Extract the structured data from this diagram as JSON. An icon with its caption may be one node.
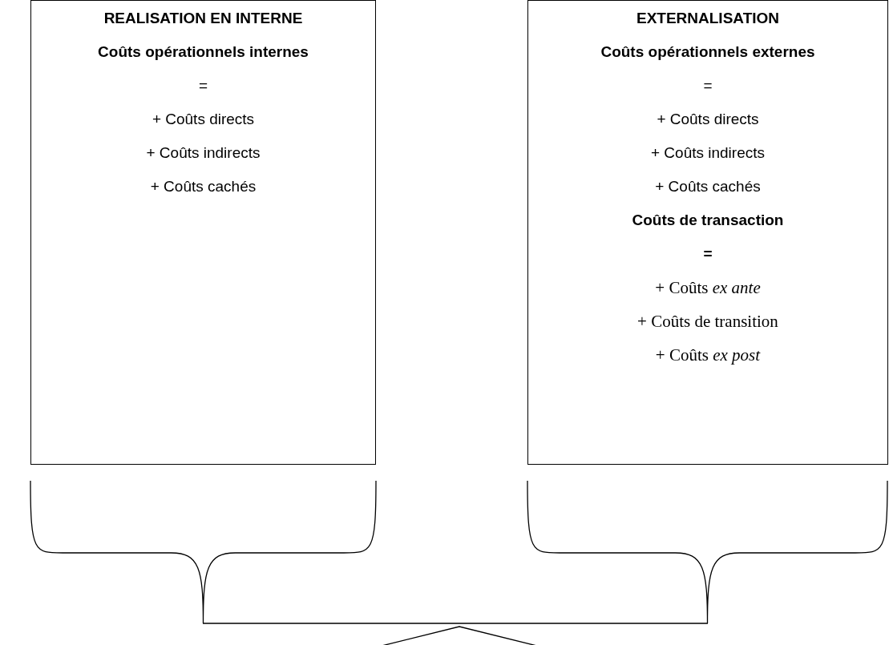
{
  "diagram": {
    "nodes": [
      {
        "text": [
          "REALISATION EN INTERNE",
          "Coûts opérationnels internes",
          "=",
          "+ Coûts directs",
          "+ Coûts indirects",
          "+ Coûts cachés"
        ]
      },
      {
        "text": [
          "EXTERNALISATION",
          "Coûts opérationnels externes",
          "=",
          "+ Coûts directs",
          "+ Coûts indirects",
          "+ Coûts cachés",
          "Coûts de transaction",
          "=",
          "+ Coûts *ex ante*",
          "+ Coûts de transition",
          "+ Coûts *ex post*"
        ]
      }
    ],
    "edges": []
  }
}
